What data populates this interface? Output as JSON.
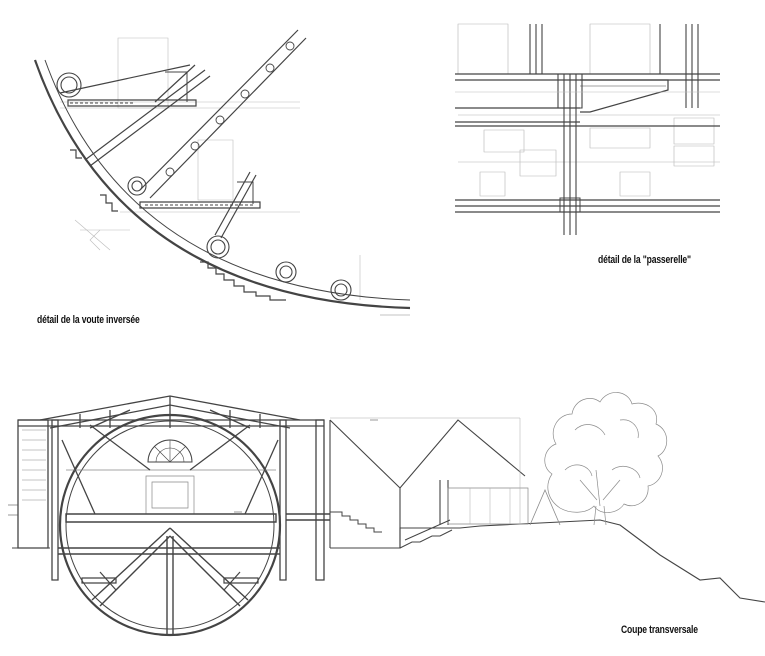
{
  "labels": {
    "vault_detail": "détail de la voute inversée",
    "walkway_detail": "détail de la \"passerelle\"",
    "cross_section": "Coupe transversale"
  },
  "colors": {
    "line": "#444444",
    "light_line": "#9a9a9a",
    "background": "#ffffff"
  }
}
